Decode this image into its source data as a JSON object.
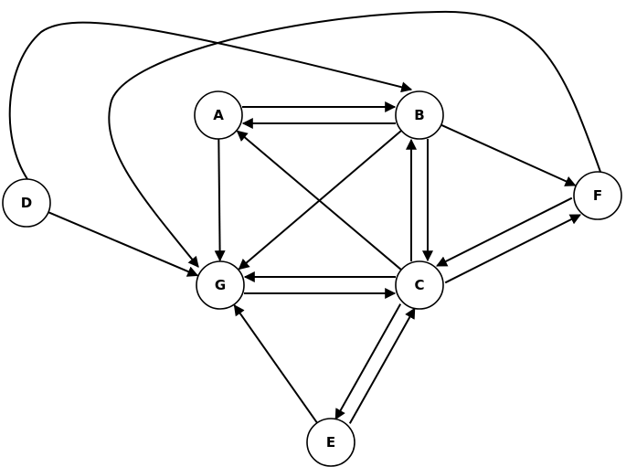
{
  "diagram": {
    "type": "directed-graph",
    "nodes": [
      {
        "id": "A",
        "label": "A"
      },
      {
        "id": "B",
        "label": "B"
      },
      {
        "id": "C",
        "label": "C"
      },
      {
        "id": "D",
        "label": "D"
      },
      {
        "id": "E",
        "label": "E"
      },
      {
        "id": "F",
        "label": "F"
      },
      {
        "id": "G",
        "label": "G"
      }
    ],
    "edges": [
      {
        "from": "A",
        "to": "B"
      },
      {
        "from": "B",
        "to": "A"
      },
      {
        "from": "A",
        "to": "G"
      },
      {
        "from": "B",
        "to": "G"
      },
      {
        "from": "B",
        "to": "F"
      },
      {
        "from": "B",
        "to": "C"
      },
      {
        "from": "C",
        "to": "B"
      },
      {
        "from": "C",
        "to": "A"
      },
      {
        "from": "C",
        "to": "G"
      },
      {
        "from": "G",
        "to": "C"
      },
      {
        "from": "C",
        "to": "F"
      },
      {
        "from": "F",
        "to": "C"
      },
      {
        "from": "C",
        "to": "E"
      },
      {
        "from": "E",
        "to": "C"
      },
      {
        "from": "E",
        "to": "G"
      },
      {
        "from": "D",
        "to": "G"
      },
      {
        "from": "D",
        "to": "B"
      },
      {
        "from": "F",
        "to": "G"
      }
    ],
    "colors": {
      "stroke": "#000000",
      "node_fill": "#ffffff"
    }
  }
}
